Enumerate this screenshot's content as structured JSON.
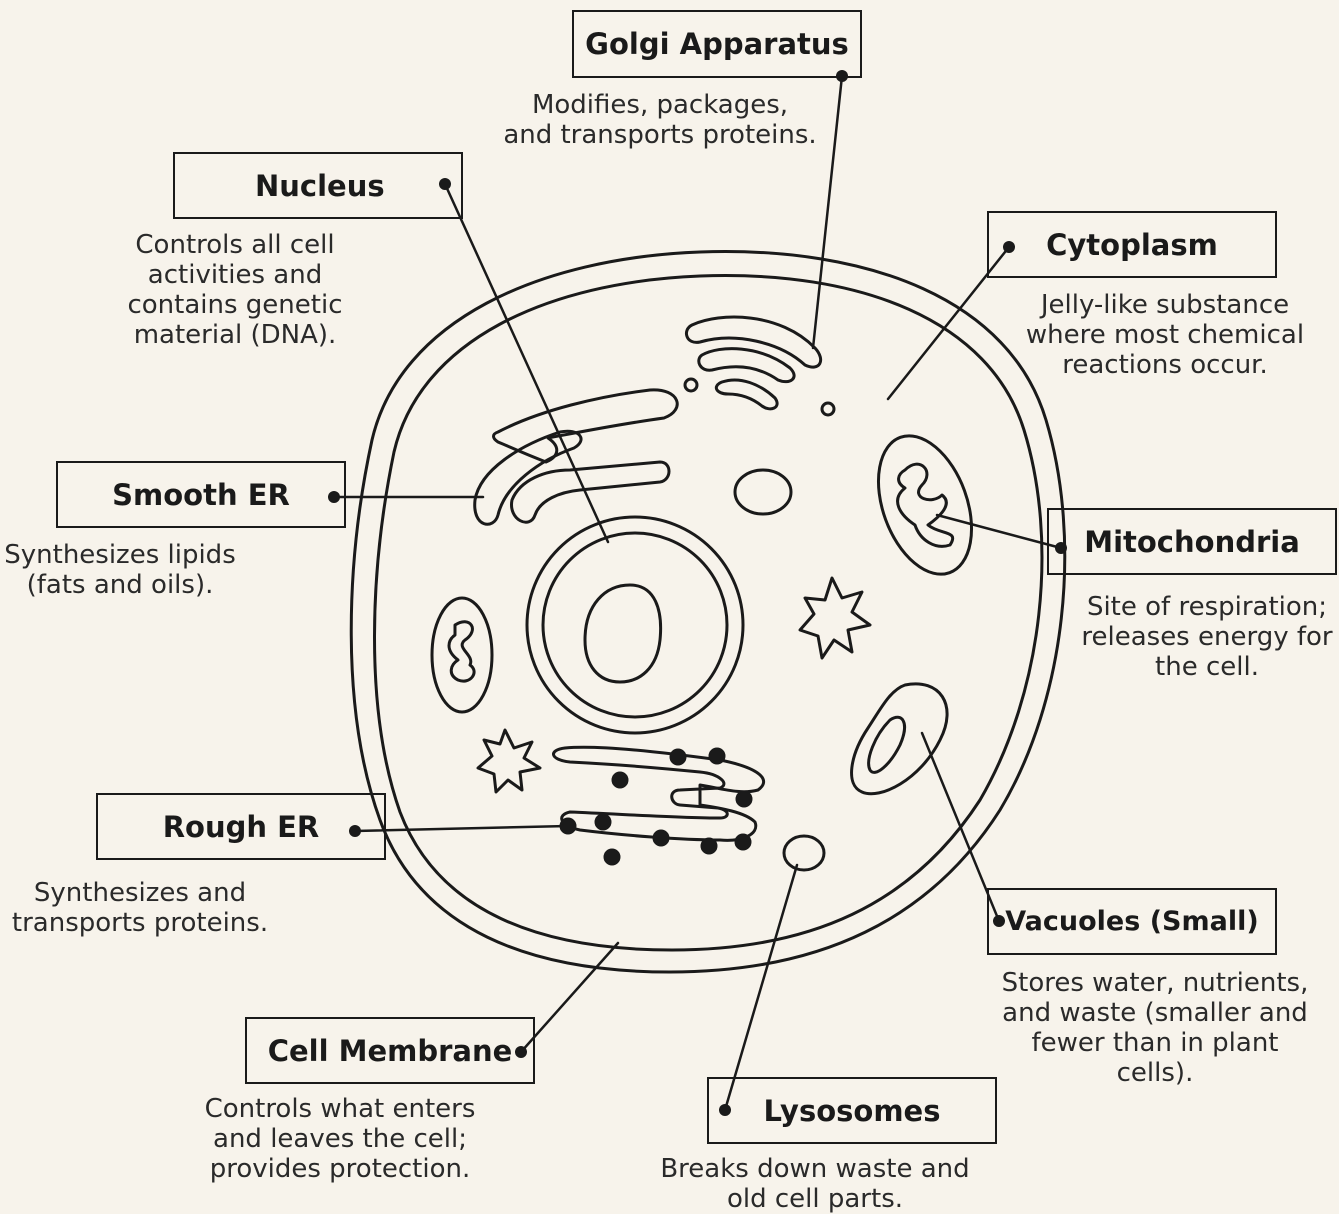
{
  "colors": {
    "background": "#f7f3eb",
    "ink": "#1a1a1a"
  },
  "labels": {
    "golgi": {
      "title": "Golgi Apparatus",
      "desc": "Modifies, packages,\nand transports proteins."
    },
    "nucleus": {
      "title": "Nucleus",
      "desc": "Controls all cell\nactivities and\ncontains genetic\nmaterial (DNA)."
    },
    "cytoplasm": {
      "title": "Cytoplasm",
      "desc": "Jelly-like substance\nwhere most chemical\nreactions occur."
    },
    "smooth_er": {
      "title": "Smooth ER",
      "desc": "Synthesizes lipids\n(fats and oils)."
    },
    "mitochondria": {
      "title": "Mitochondria",
      "desc": "Site of respiration;\nreleases energy for\nthe cell."
    },
    "rough_er": {
      "title": "Rough ER",
      "desc": "Synthesizes and\ntransports proteins."
    },
    "vacuoles": {
      "title": "Vacuoles (Small)",
      "desc": "Stores water, nutrients,\nand waste (smaller and\nfewer than in plant\ncells)."
    },
    "cell_membrane": {
      "title": "Cell Membrane",
      "desc": "Controls what enters\nand leaves the cell;\nprovides protection."
    },
    "lysosomes": {
      "title": "Lysosomes",
      "desc": "Breaks down waste and\nold cell parts."
    }
  }
}
